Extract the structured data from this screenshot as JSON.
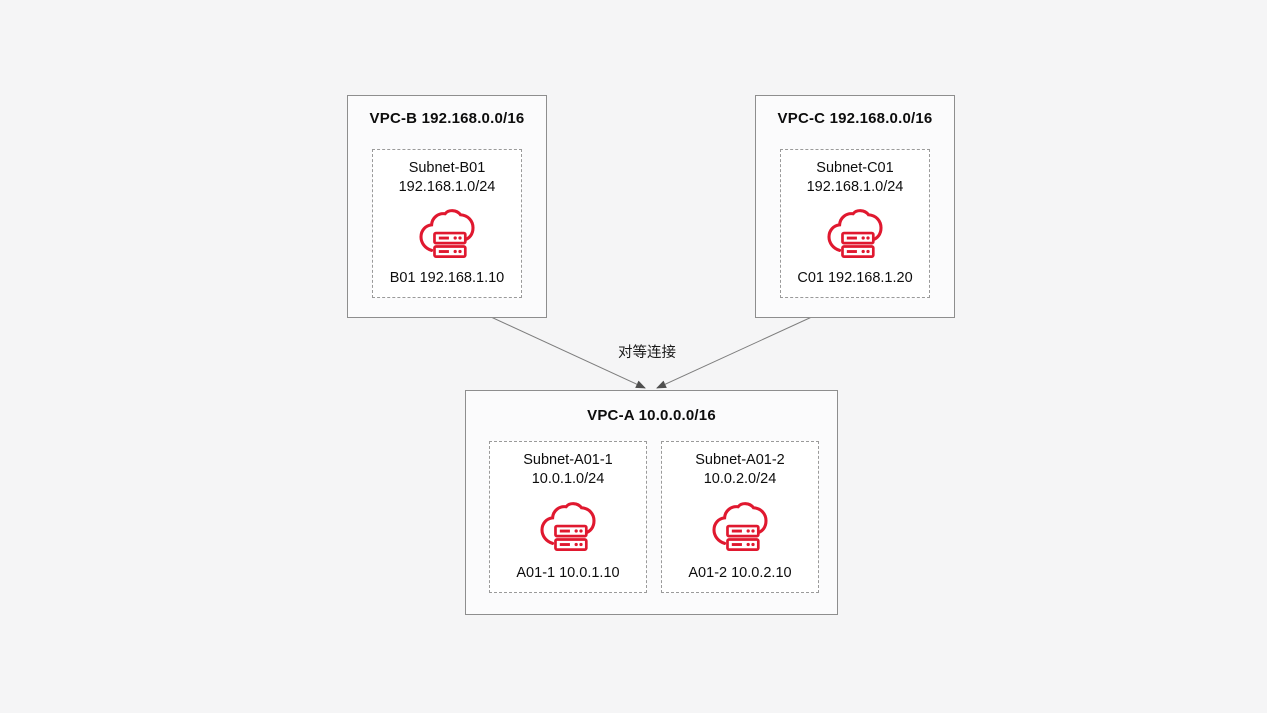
{
  "colors": {
    "background": "#f5f5f6",
    "vpc_fill": "#fbfbfc",
    "vpc_border": "#8e8e8e",
    "subnet_fill": "#ffffff",
    "subnet_border": "#9a9a9a",
    "icon_red": "#e0182f",
    "arrow_gray": "#7d7d7d",
    "arrowhead_gray": "#4f4f4f",
    "text": "#0d0d0d"
  },
  "diagram": {
    "connection_label": "对等连接",
    "vpcs": [
      {
        "id": "vpc-b",
        "title": "VPC-B 192.168.0.0/16",
        "subnets": [
          {
            "name": "Subnet-B01",
            "cidr": "192.168.1.0/24",
            "server": "B01 192.168.1.10"
          }
        ]
      },
      {
        "id": "vpc-c",
        "title": "VPC-C 192.168.0.0/16",
        "subnets": [
          {
            "name": "Subnet-C01",
            "cidr": "192.168.1.0/24",
            "server": "C01 192.168.1.20"
          }
        ]
      },
      {
        "id": "vpc-a",
        "title": "VPC-A 10.0.0.0/16",
        "subnets": [
          {
            "name": "Subnet-A01-1",
            "cidr": "10.0.1.0/24",
            "server": "A01-1 10.0.1.10"
          },
          {
            "name": "Subnet-A01-2",
            "cidr": "10.0.2.0/24",
            "server": "A01-2 10.0.2.10"
          }
        ]
      }
    ]
  }
}
